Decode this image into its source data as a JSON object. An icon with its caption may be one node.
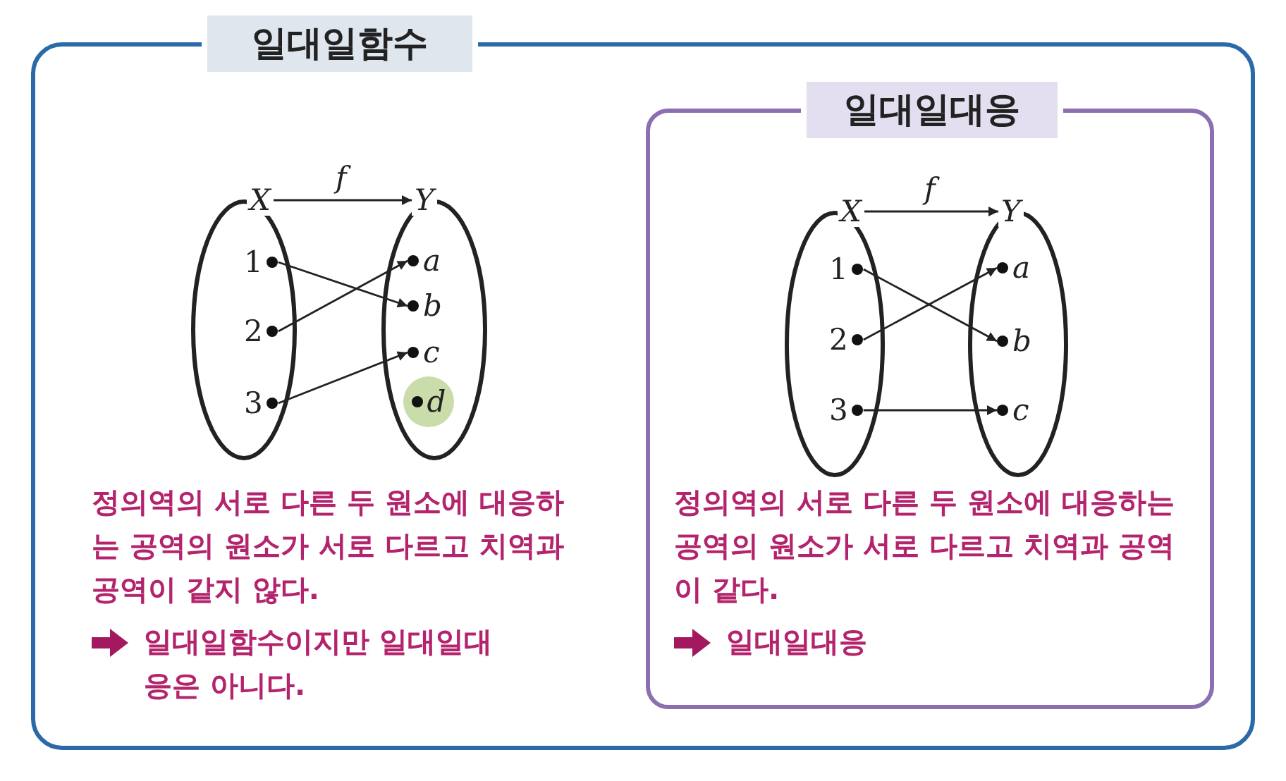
{
  "diagram": {
    "nodes": [
      {
        "text": [
          "일대일함수"
        ]
      },
      {
        "text": [
          "X"
        ],
        "in": 0
      },
      {
        "text": [
          "Y"
        ],
        "in": 0
      },
      {
        "text": [
          "1"
        ],
        "in": 1
      },
      {
        "text": [
          "2"
        ],
        "in": 1
      },
      {
        "text": [
          "3"
        ],
        "in": 1
      },
      {
        "text": [
          "a"
        ],
        "in": 2
      },
      {
        "text": [
          "b"
        ],
        "in": 2
      },
      {
        "text": [
          "c"
        ],
        "in": 2
      },
      {
        "text": [
          "d"
        ],
        "in": 2
      },
      {
        "text": [
          "일대일대응"
        ],
        "in": 0
      },
      {
        "text": [
          "X"
        ],
        "in": 10
      },
      {
        "text": [
          "Y"
        ],
        "in": 10
      },
      {
        "text": [
          "1"
        ],
        "in": 11
      },
      {
        "text": [
          "2"
        ],
        "in": 11
      },
      {
        "text": [
          "3"
        ],
        "in": 11
      },
      {
        "text": [
          "a"
        ],
        "in": 12
      },
      {
        "text": [
          "b"
        ],
        "in": 12
      },
      {
        "text": [
          "c"
        ],
        "in": 12
      }
    ],
    "edges": [
      {
        "from": 1,
        "to": 2,
        "arrow": "to",
        "label": "f"
      },
      {
        "from": 3,
        "to": 7,
        "arrow": "to"
      },
      {
        "from": 4,
        "to": 6,
        "arrow": "to"
      },
      {
        "from": 5,
        "to": 8,
        "arrow": "to"
      },
      {
        "from": 11,
        "to": 12,
        "arrow": "to",
        "label": "f"
      },
      {
        "from": 13,
        "to": 17,
        "arrow": "to"
      },
      {
        "from": 14,
        "to": 16,
        "arrow": "to"
      },
      {
        "from": 15,
        "to": 18,
        "arrow": "to"
      }
    ],
    "labels": [
      "정의역의 서로 다른 두 원소에 대응하는 공역의 원소가 서로 다르고 치역과 공역이 같지 않다.",
      "일대일함수이지만 일대일대응은 아니다.",
      "정의역의 서로 다른 두 원소에 대응하는 공역의 원소가 서로 다르고 치역과 공역이 같다.",
      "일대일대응"
    ]
  }
}
